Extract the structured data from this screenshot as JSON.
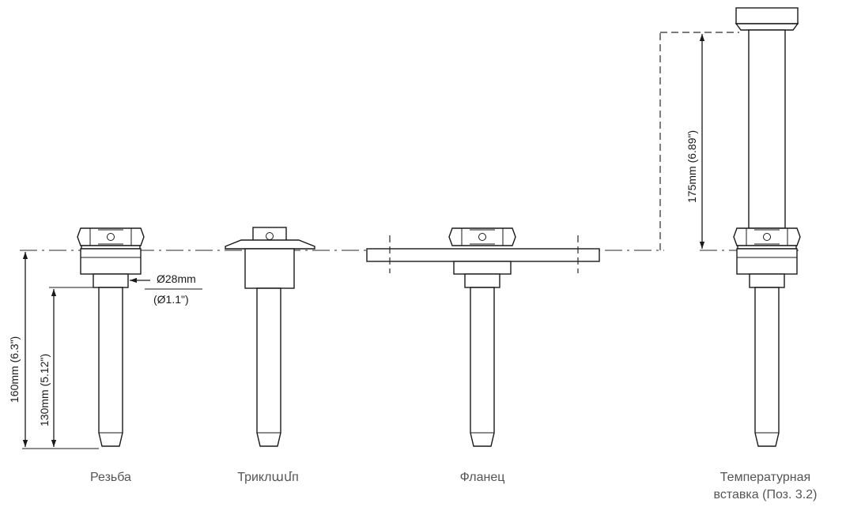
{
  "dimensions": {
    "length_160": "160mm (6.3\")",
    "length_130": "130mm (5.12\")",
    "diameter": "Ø28mm",
    "diameter_inch": "(Ø1.1\")",
    "length_175": "175mm (6.89\")"
  },
  "captions": {
    "thread": "Резьба",
    "triclamp": "Триклամп",
    "flange": "Фланец",
    "insert_line1": "Температурная",
    "insert_line2": "вставка (Поз. 3.2)"
  }
}
